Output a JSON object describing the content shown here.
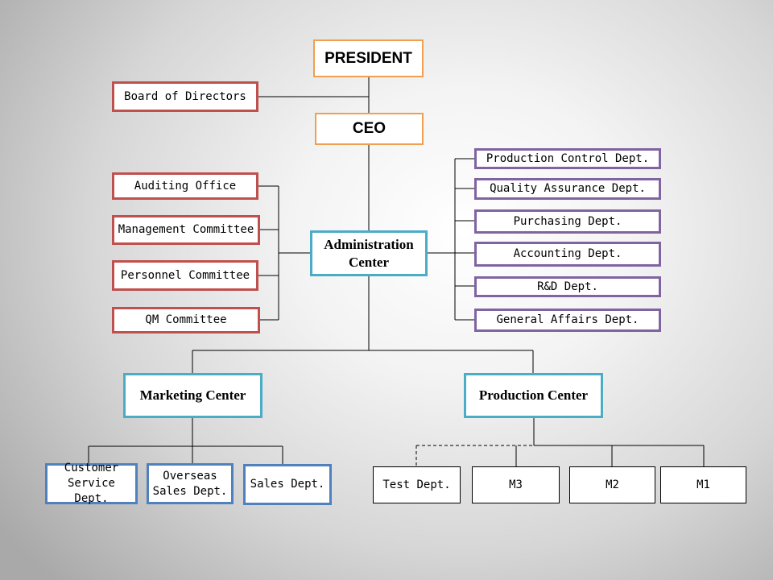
{
  "org": {
    "president": "PRESIDENT",
    "board": "Board of Directors",
    "ceo": "CEO",
    "admin_center": "Administration\nCenter",
    "left_committees": [
      "Auditing Office",
      "Management Committee",
      "Personnel Committee",
      "QM Committee"
    ],
    "right_depts": [
      "Production Control Dept.",
      "Quality Assurance Dept.",
      "Purchasing Dept.",
      "Accounting Dept.",
      "R&D Dept.",
      "General Affairs Dept."
    ],
    "marketing_center": "Marketing Center",
    "production_center": "Production Center",
    "marketing_depts": [
      "Customer\nService Dept.",
      "Overseas\nSales Dept.",
      "Sales Dept."
    ],
    "production_depts": [
      "Test Dept.",
      "M3",
      "M2",
      "M1"
    ]
  },
  "colors": {
    "top": "#f0a050",
    "committee": "#c0504d",
    "dept": "#8064a2",
    "center": "#4bacc6",
    "marketing_dept": "#4f81bd",
    "production_dept": "#000000"
  }
}
